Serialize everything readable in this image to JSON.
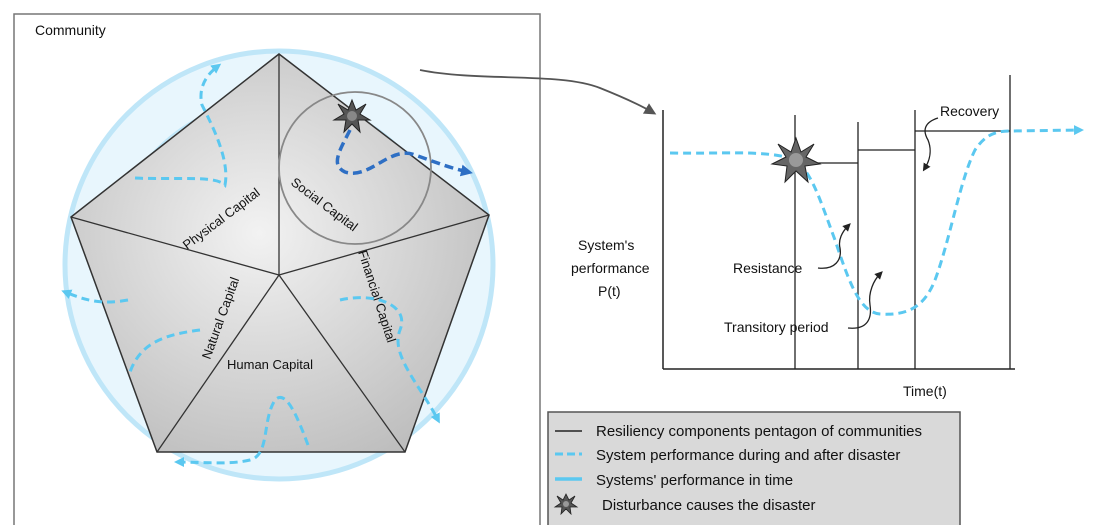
{
  "community_label": "Community",
  "capitals": {
    "physical": "Physical Capital",
    "social": "Social Capital",
    "financial": "Financial Capital",
    "human": "Human Capital",
    "natural": "Natural Capital"
  },
  "graph": {
    "y_label_line1": "System's",
    "y_label_line2": "performance",
    "y_label_line3": "P(t)",
    "x_label": "Time(t)",
    "recovery": "Recovery",
    "resistance": "Resistance",
    "transitory": "Transitory period"
  },
  "legend": {
    "pentagon": "Resiliency components pentagon of communities",
    "dashed": "System performance during and after disaster",
    "solid": "Systems' performance in time",
    "burst": "Disturbance causes the disaster"
  },
  "colors": {
    "light_blue": "#5bc8f0",
    "dark_blue": "#2e6fc4",
    "circle_blue": "#bfe6f8",
    "outline": "#333333"
  },
  "icons": {
    "disturbance": "starburst-icon",
    "arrow": "arrow-icon"
  }
}
